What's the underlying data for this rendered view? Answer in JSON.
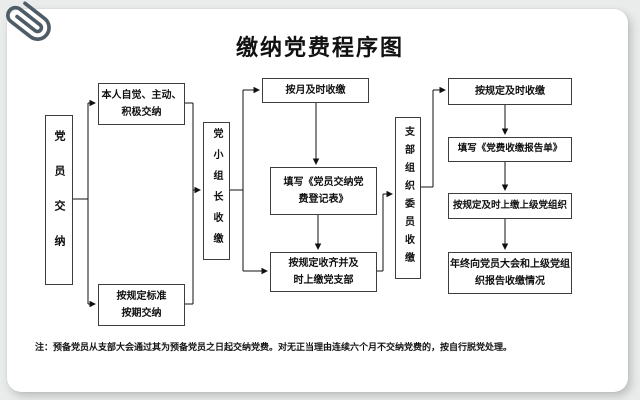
{
  "page": {
    "title": "缴纳党费程序图",
    "note": "注：预备党员从支部大会通过其为预备党员之日起交纳党费。对无正当理由连续六个月不交纳党费的，按自行脱党处理。"
  },
  "flowchart": {
    "nodes": {
      "member_pay": {
        "label": "党员交纳"
      },
      "self_pay": {
        "label": "本人自觉、主动、\n积极交纳"
      },
      "standard_pay": {
        "label": "按规定标准\n按期交纳"
      },
      "group_leader": {
        "label": "党小组长收缴"
      },
      "monthly_collect": {
        "label": "按月及时收缴"
      },
      "fill_register": {
        "label": "填写《党员交纳党\n费登记表》"
      },
      "collect_submit_branch": {
        "label": "按规定收齐并及\n时上缴党支部"
      },
      "branch_committee": {
        "label": "支部组织委员收缴"
      },
      "timely_collect": {
        "label": "按规定及时收缴"
      },
      "fill_report": {
        "label": "填写《党费收缴报告单》"
      },
      "submit_higher": {
        "label": "按规定及时上缴上级党组织"
      },
      "year_end_report": {
        "label": "年终向党员大会和上级党组\n织报告收缴情况"
      }
    },
    "line_color": "#111111",
    "box_border_color": "#3d3d3d"
  },
  "decor": {
    "paperclip_color": "#4e5c68",
    "paper_color": "#ffffff",
    "background_color": "#e9ecea"
  }
}
